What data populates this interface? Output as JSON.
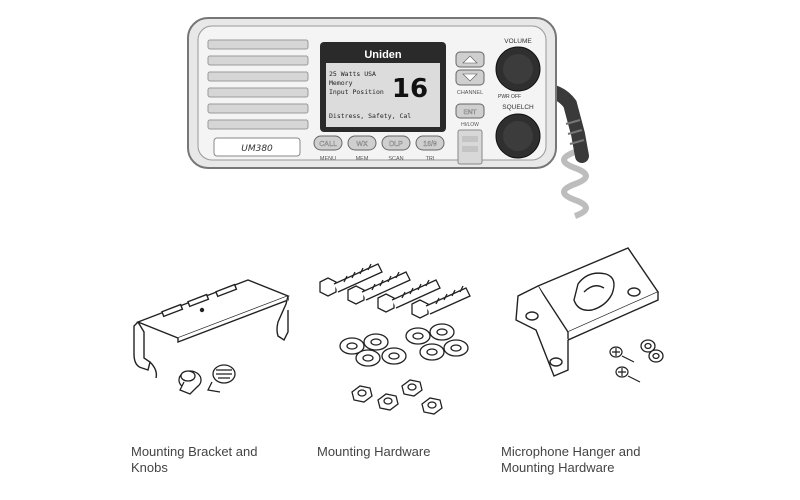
{
  "radio": {
    "brand": "Uniden",
    "model": "UM380",
    "lcd": {
      "line1": "25 Watts USA",
      "line2": "Memory",
      "line3": "Input Position",
      "line4": "Distress, Safety, Cal",
      "channel": "16"
    },
    "buttons": [
      {
        "label": "CALL",
        "sub": "MENU"
      },
      {
        "label": "WX",
        "sub": "MEM"
      },
      {
        "label": "DLP",
        "sub": "SCAN"
      },
      {
        "label": "16/9",
        "sub": "TRI"
      }
    ],
    "right_labels": {
      "volume": "VOLUME",
      "channel": "CHANNEL",
      "pwr_off": "PWR OFF",
      "squelch": "SQUELCH",
      "ent": "ENT",
      "hi_low": "HI/LOW"
    }
  },
  "captions": {
    "bracket": [
      "Mounting Bracket and",
      "Knobs"
    ],
    "hardware": [
      "Mounting Hardware"
    ],
    "hanger": [
      "Microphone Hanger and",
      "Mounting Hardware"
    ]
  }
}
